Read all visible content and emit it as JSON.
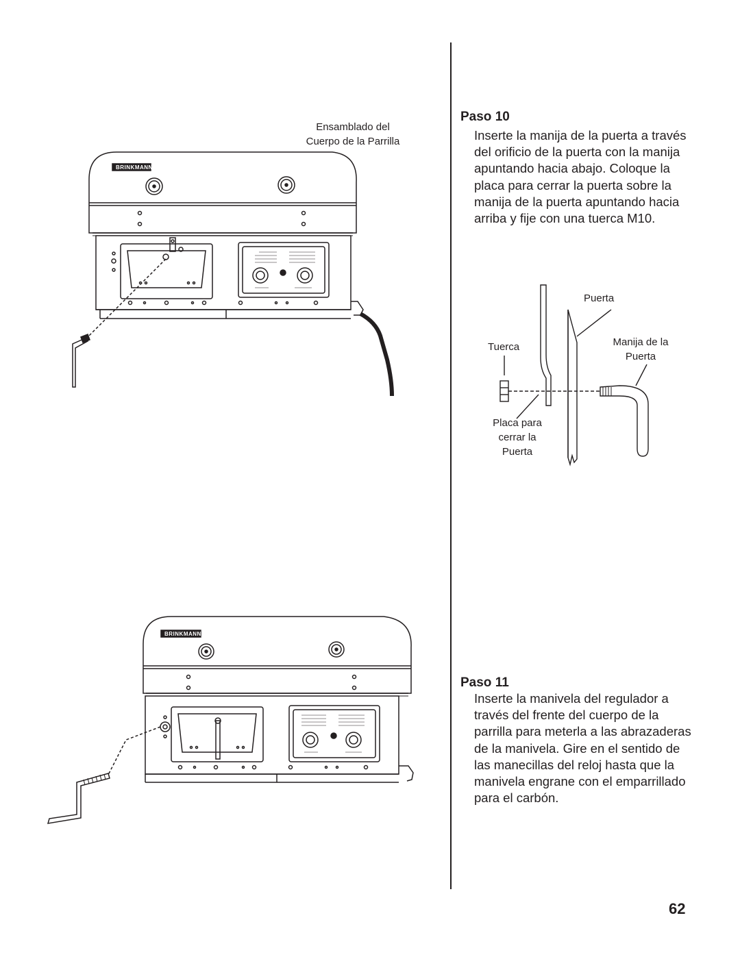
{
  "step10": {
    "title": "Paso 10",
    "body": "Inserte la manija de la puerta a través del orificio de la puerta con la manija apuntando hacia abajo. Coloque la placa para cerrar la puerta sobre la manija de la puerta apuntando hacia arriba y fije con una tuerca M10."
  },
  "step11": {
    "title": "Paso 11",
    "body": "Inserte la manivela del regulador a través del frente del cuerpo de la parrilla para meterla a las abrazaderas de la manivela. Gire en el sentido de las manecillas del reloj hasta que la manivela engrane con el emparrillado para el carbón."
  },
  "figure_top": {
    "label_line1": "Ensamblado del",
    "label_line2": "Cuerpo de la Parrilla",
    "brand": "BRINKMANN"
  },
  "figure_door": {
    "label_door": "Puerta",
    "label_nut": "Tuerca",
    "label_handle_line1": "Manija de la",
    "label_handle_line2": "Puerta",
    "label_plate_line1": "Placa para",
    "label_plate_line2": "cerrar la",
    "label_plate_line3": "Puerta"
  },
  "figure_bottom": {
    "brand": "BRINKMANN"
  },
  "page_number": "62"
}
